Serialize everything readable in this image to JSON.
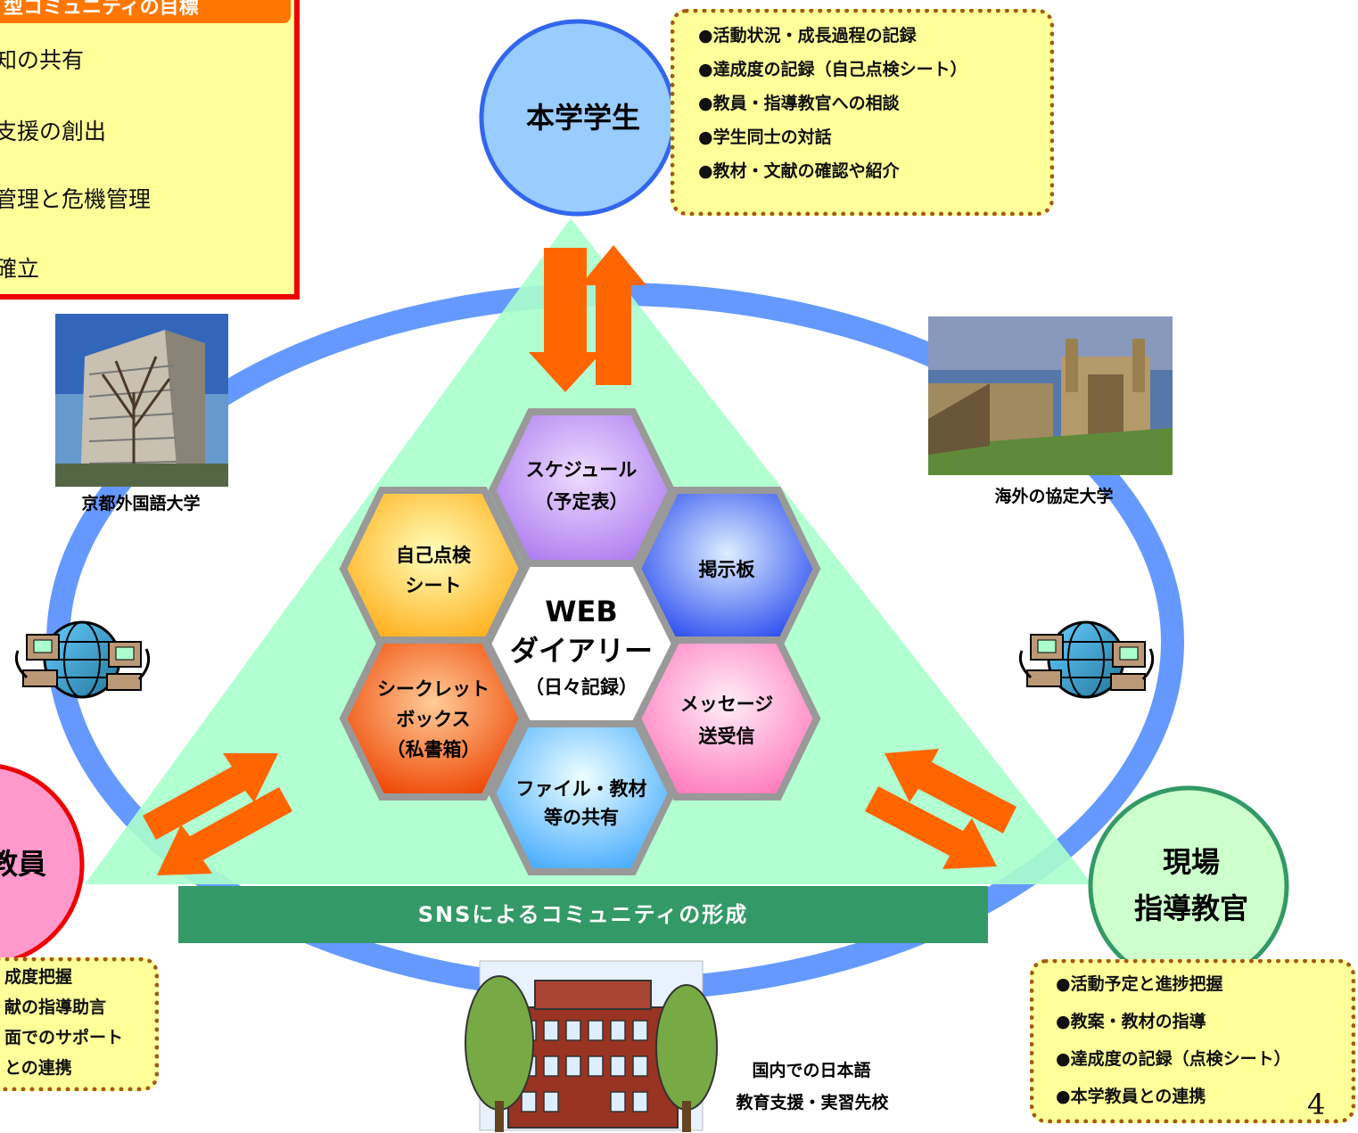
{
  "goal_box": {
    "title": "型コミュニティの目標",
    "items": [
      "知の共有",
      "支援の創出",
      "管理と危機管理",
      "確立"
    ]
  },
  "center": {
    "line1": "WEB",
    "line2": "ダイアリー",
    "line3": "（日々記録）"
  },
  "hexes": {
    "schedule": [
      "スケジュール",
      "（予定表）"
    ],
    "self_check": [
      "自己点検",
      "シート"
    ],
    "bulletin": [
      "掲示板"
    ],
    "secret": [
      "シークレット",
      "ボックス",
      "（私書箱）"
    ],
    "message": [
      "メッセージ",
      "送受信"
    ],
    "files": [
      "ファイル・教材",
      "等の共有"
    ]
  },
  "students": {
    "label": "本学学生",
    "notes": [
      "●活動状況・成長過程の記録",
      "●達成度の記録（自己点検シート）",
      "●教員・指導教官への相談",
      "●学生同士の対話",
      "●教材・文献の確認や紹介"
    ]
  },
  "faculty": {
    "label": "教員",
    "notes": [
      "成度把握",
      "献の指導助言",
      "面でのサポート",
      "との連携"
    ]
  },
  "mentors": {
    "label_line1": "現場",
    "label_line2": "指導教官",
    "notes": [
      "●活動予定と進捗把握",
      "●教案・教材の指導",
      "●達成度の記録（点検シート）",
      "●本学教員との連携"
    ]
  },
  "captions": {
    "kufs": "京都外国語大学",
    "overseas": "海外の協定大学",
    "domestic_line1": "国内での日本語",
    "domestic_line2": "教育支援・実習先校"
  },
  "sns_bar": "SNSによるコミュニティの形成",
  "page_number": "4",
  "colors": {
    "ring": "#6699ff",
    "triangle": "#aaffcc",
    "arrow": "#ff6600",
    "schedule": "#bb88ee",
    "self_check": "#ffbb22",
    "bulletin": "#3355ee",
    "secret": "#ee5511",
    "message": "#ff88cc",
    "files": "#55bbff"
  },
  "icons": [
    "building-photo",
    "cathedral-photo",
    "school-building-clipart",
    "globe-network-icon"
  ]
}
